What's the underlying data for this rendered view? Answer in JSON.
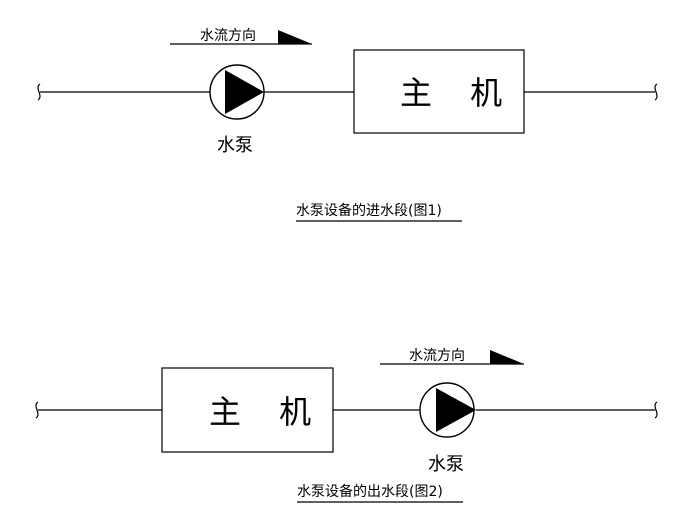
{
  "fig1": {
    "flow_label": "水流方向",
    "host_label": "主 机",
    "pump_label": "水泵",
    "caption": "水泵设备的进水段(图1)"
  },
  "fig2": {
    "flow_label": "水流方向",
    "host_label": "主 机",
    "pump_label": "水泵",
    "caption": "水泵设备的出水段(图2)"
  }
}
